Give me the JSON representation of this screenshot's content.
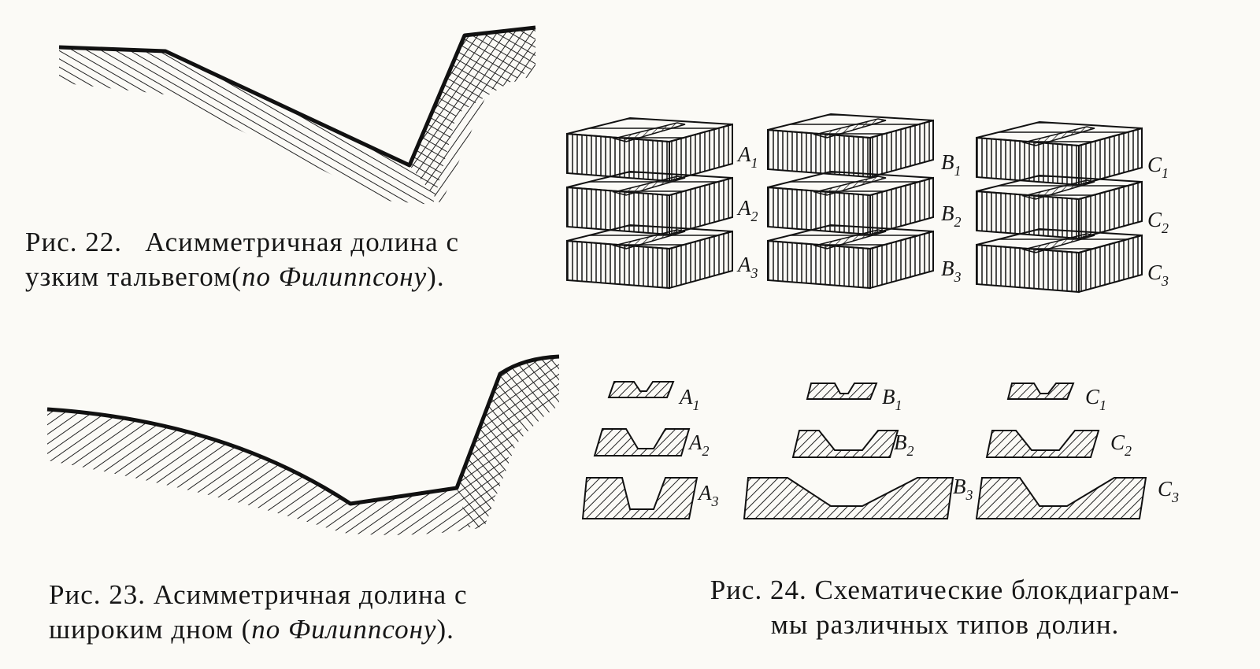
{
  "fig22": {
    "prefix": "Рис. 22.",
    "title": "Асимметричная долина с",
    "line2": "узким тальвегом(",
    "author": "по Филиппсону",
    "end": ")."
  },
  "fig23": {
    "line1": "Рис. 23. Асимметричная долина с",
    "line2": "широким дном (",
    "author": "по Филиппсону",
    "end": ")."
  },
  "fig24": {
    "line1": "Рис. 24. Схематические блокдиаграм-",
    "line2": "мы различных типов долин."
  },
  "block_labels": {
    "A": [
      "A",
      "1",
      "A",
      "2",
      "A",
      "3"
    ],
    "B": [
      "B",
      "1",
      "B",
      "2",
      "B",
      "3"
    ],
    "C": [
      "C",
      "1",
      "C",
      "2",
      "C",
      "3"
    ]
  },
  "profile_labels": {
    "A": [
      "A",
      "1",
      "A",
      "2",
      "A",
      "3"
    ],
    "B": [
      "B",
      "1",
      "B",
      "2",
      "B",
      "3"
    ],
    "C": [
      "C",
      "1",
      "C",
      "2",
      "C",
      "3"
    ]
  }
}
